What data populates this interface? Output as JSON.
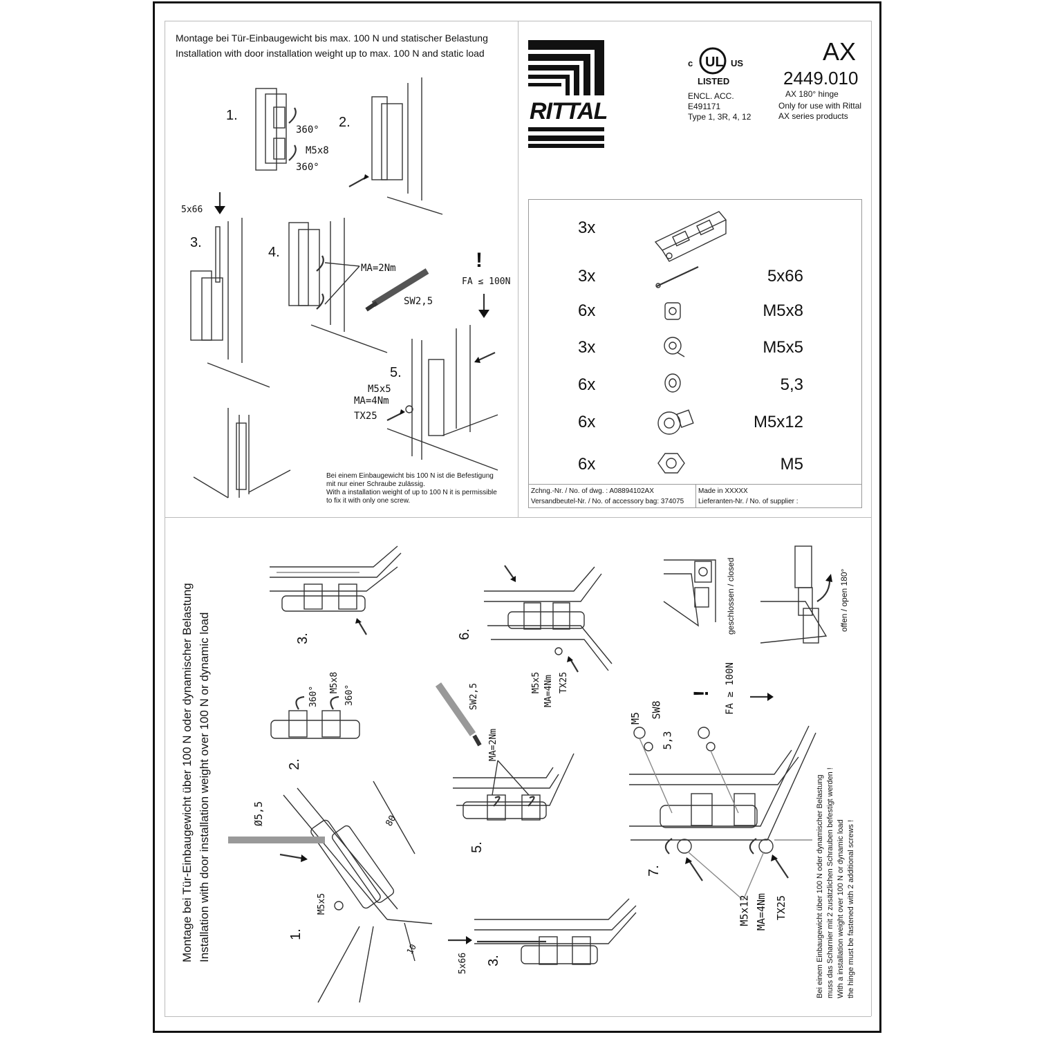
{
  "header": {
    "static_title_de": "Montage bei Tür-Einbaugewicht bis max. 100 N und statischer Belastung",
    "static_title_en": "Installation with door installation weight up to max. 100 N and static load",
    "brand": "RITTAL",
    "ul_c": "c",
    "ul_us": "US",
    "ul_listed": "LISTED",
    "encl_line1": "ENCL. ACC.",
    "encl_line2": "E491171",
    "encl_line3": "Type 1, 3R, 4, 12",
    "model": "AX",
    "part_number": "2449.010",
    "desc_line1": "AX 180° hinge",
    "desc_line2": "Only for use with Rittal",
    "desc_line3": "AX series products"
  },
  "static_steps": {
    "s1": "1.",
    "s2": "2.",
    "s3": "3.",
    "s4": "4.",
    "s5": "5.",
    "rot1": "360°",
    "rot2": "360°",
    "screw_m5x8": "M5x8",
    "pin_5x66": "5x66",
    "torque_ma2": "MA=2Nm",
    "wrench_sw25": "SW2,5",
    "exclaim": "!",
    "force": "FA ≤ 100N",
    "m5x5": "M5x5",
    "ma4": "MA=4Nm",
    "tx25": "TX25",
    "note_de_1": "Bei einem Einbaugewicht bis 100 N ist die Befestigung",
    "note_de_2": "mit nur einer Schraube zulässig.",
    "note_en_1": "With a installation weight of up to 100 N it is permissible",
    "note_en_2": "to fix it with only one screw."
  },
  "parts_list": [
    {
      "qty": "3x",
      "name": "",
      "icon": "hinge-icon"
    },
    {
      "qty": "3x",
      "name": "5x66",
      "icon": "pin-icon"
    },
    {
      "qty": "6x",
      "name": "M5x8",
      "icon": "grub-screw-icon"
    },
    {
      "qty": "3x",
      "name": "M5x5",
      "icon": "flat-screw-icon"
    },
    {
      "qty": "6x",
      "name": "5,3",
      "icon": "washer-icon"
    },
    {
      "qty": "6x",
      "name": "M5x12",
      "icon": "cap-screw-icon"
    },
    {
      "qty": "6x",
      "name": "M5",
      "icon": "nut-icon"
    }
  ],
  "footer": {
    "dwg": "Zchng.-Nr. / No. of dwg. : A08894102AX",
    "bag": "Versandbeutel-Nr. / No. of accessory bag: 374075",
    "made": "Made in XXXXX",
    "supplier": "Lieferanten-Nr. / No. of supplier :"
  },
  "dynamic": {
    "title_de": "Montage bei Tür-Einbaugewicht über 100 N oder dynamischer Belastung",
    "title_en": "Installation with door installation weight over 100 N or dynamic load",
    "s1": "1.",
    "s2": "2.",
    "s3a": "3.",
    "s3b": "3.",
    "s5": "5.",
    "s6": "6.",
    "s7": "7.",
    "drill": "Ø5,5",
    "dim80": "80",
    "dim10": "10",
    "m5x5": "M5x5",
    "rot1": "360°",
    "rot2": "360°",
    "m5x8": "M5x8",
    "sw25": "SW2,5",
    "ma2": "MA=2Nm",
    "pin": "5x66",
    "s6_m5x5": "M5x5",
    "s6_ma4": "MA=4Nm",
    "s6_tx25": "TX25",
    "closed": "geschlossen / closed",
    "open": "offen / open 180°",
    "m5": "M5",
    "sw8": "SW8",
    "washer": "5,3",
    "exclaim": "!",
    "force": "FA ≥ 100N",
    "s7_m5x12": "M5x12",
    "s7_ma4": "MA=4Nm",
    "s7_tx25": "TX25",
    "note_de_1": "Bei einem Einbaugewicht über 100 N oder dynamischer Belastung",
    "note_de_2": "muss das Scharnier mit 2 zusätzlichen Schrauben befestigt werden !",
    "note_en_1": "With a installation weight over 100 N or dynamic load",
    "note_en_2": "the hinge must be fastened with 2 additional screws !"
  }
}
